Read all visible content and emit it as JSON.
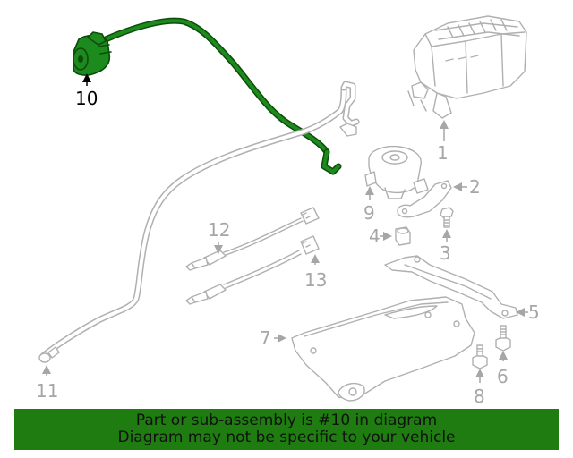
{
  "banner": {
    "line1": "Part or sub-assembly is #10 in diagram",
    "line2": "Diagram may not be specific to your vehicle",
    "color": "#1e7c10"
  },
  "highlight_color": "#1d8a1d",
  "callouts": {
    "c1": "1",
    "c2": "2",
    "c3": "3",
    "c4": "4",
    "c5": "5",
    "c6": "6",
    "c7": "7",
    "c8": "8",
    "c9": "9",
    "c10": "10",
    "c11": "11",
    "c12": "12",
    "c13": "13"
  }
}
